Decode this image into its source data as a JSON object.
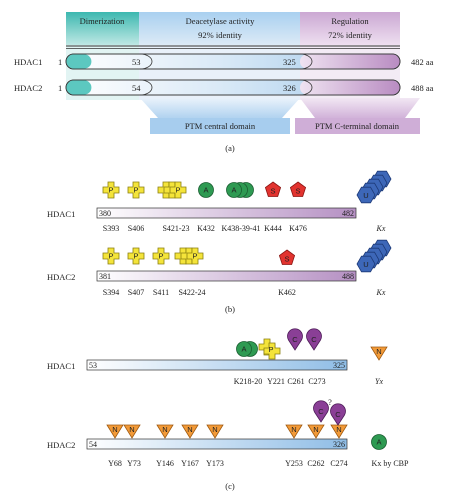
{
  "panel_a": {
    "region_dimerization": "Dimerization",
    "region_deacetylase": "Deacetylase activity",
    "deacetylase_identity": "92% identity",
    "region_regulation": "Regulation",
    "regulation_identity": "72% identity",
    "hdac1": {
      "name": "HDAC1",
      "start": "1",
      "mid1": "53",
      "mid2": "325",
      "length": "482 aa"
    },
    "hdac2": {
      "name": "HDAC2",
      "start": "1",
      "mid1": "54",
      "mid2": "326",
      "length": "488 aa"
    },
    "ptm_central": "PTM central domain",
    "ptm_cterm": "PTM C-terminal domain",
    "caption": "(a)"
  },
  "panel_b": {
    "hdac1": {
      "name": "HDAC1",
      "start": "380",
      "end": "482",
      "sites": [
        "S393",
        "S406",
        "S421-23",
        "K432",
        "K438-39-41",
        "K444",
        "K476",
        "Kx"
      ]
    },
    "hdac2": {
      "name": "HDAC2",
      "start": "381",
      "end": "488",
      "sites": [
        "S394",
        "S407",
        "S411",
        "S422-24",
        "K462",
        "Kx"
      ]
    },
    "icon_p": "P",
    "icon_a": "A",
    "icon_s": "S",
    "icon_u": "U",
    "caption": "(b)"
  },
  "panel_c": {
    "hdac1": {
      "name": "HDAC1",
      "start": "53",
      "end": "325",
      "sites": [
        "K218-20",
        "Y221",
        "C261",
        "C273",
        "Yx"
      ]
    },
    "hdac2": {
      "name": "HDAC2",
      "start": "54",
      "end": "326",
      "sites": [
        "Y68",
        "Y73",
        "Y146",
        "Y167",
        "Y173",
        "Y253",
        "C262",
        "C274",
        "Kx by CBP"
      ]
    },
    "icon_a": "A",
    "icon_p": "P",
    "icon_c": "C",
    "icon_n": "N",
    "question": "?",
    "caption": "(c)"
  },
  "colors": {
    "dimerization": "#5cc8c0",
    "deacetylase": "#b6d8f0",
    "regulation": "#d8b9dc",
    "phospho": "#f4e43a",
    "acetyl": "#2e9a52",
    "sumo": "#e2332f",
    "ubiquitin": "#3d67b8",
    "cys": "#8a3f96",
    "nitro": "#f29a38"
  }
}
